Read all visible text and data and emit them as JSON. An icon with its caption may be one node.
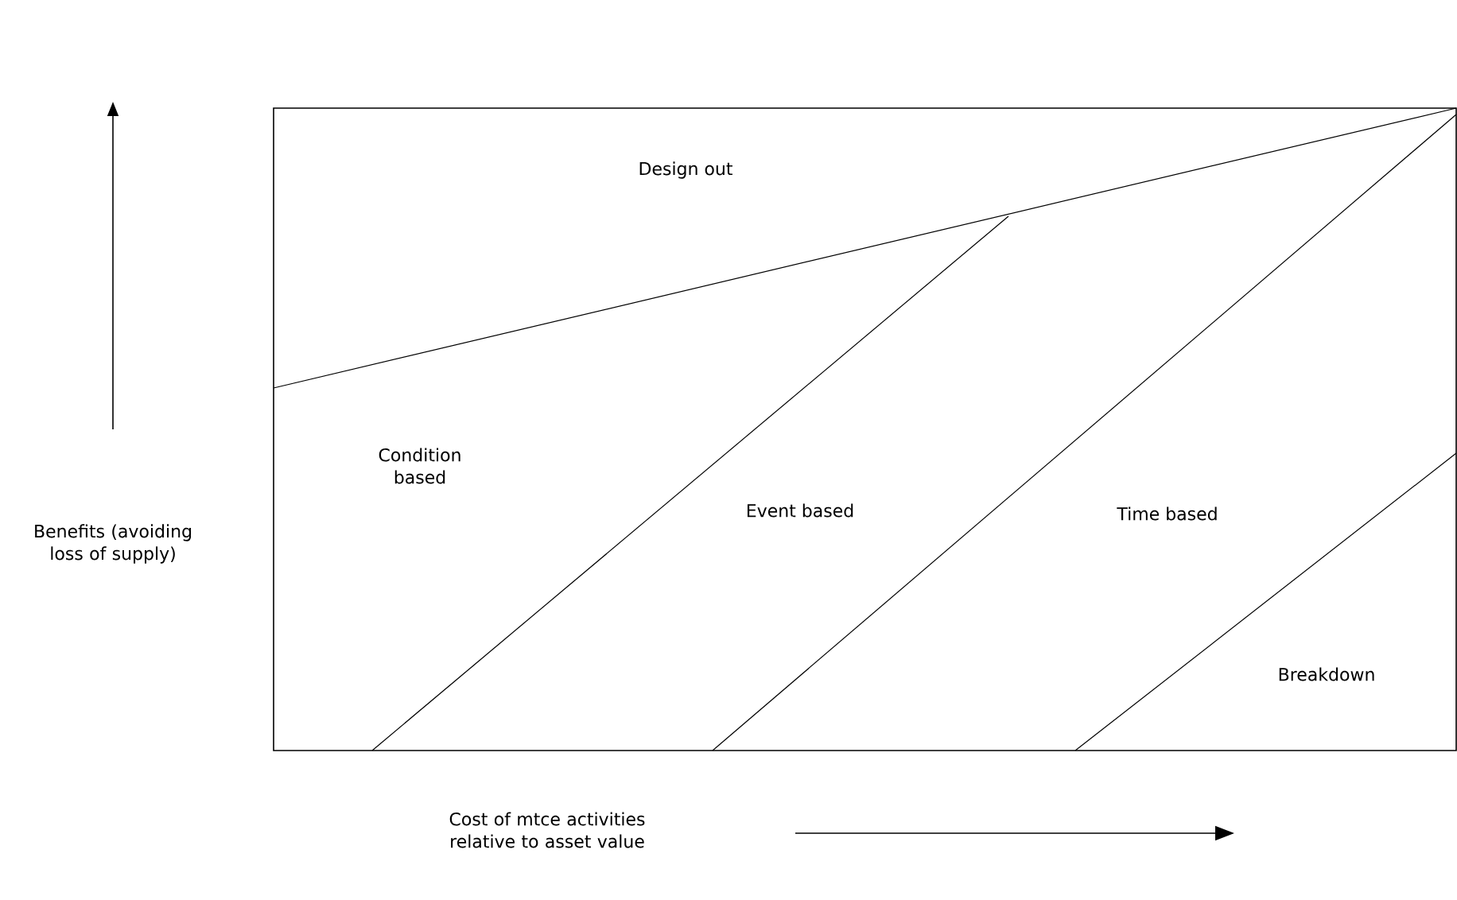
{
  "diagram": {
    "labels": [
      "Design out",
      "Condition based",
      "Event based",
      "Time based",
      "Breakdown",
      "Benefits (avoiding loss of supply)",
      "Cost of mtce activities relative to asset value"
    ]
  }
}
